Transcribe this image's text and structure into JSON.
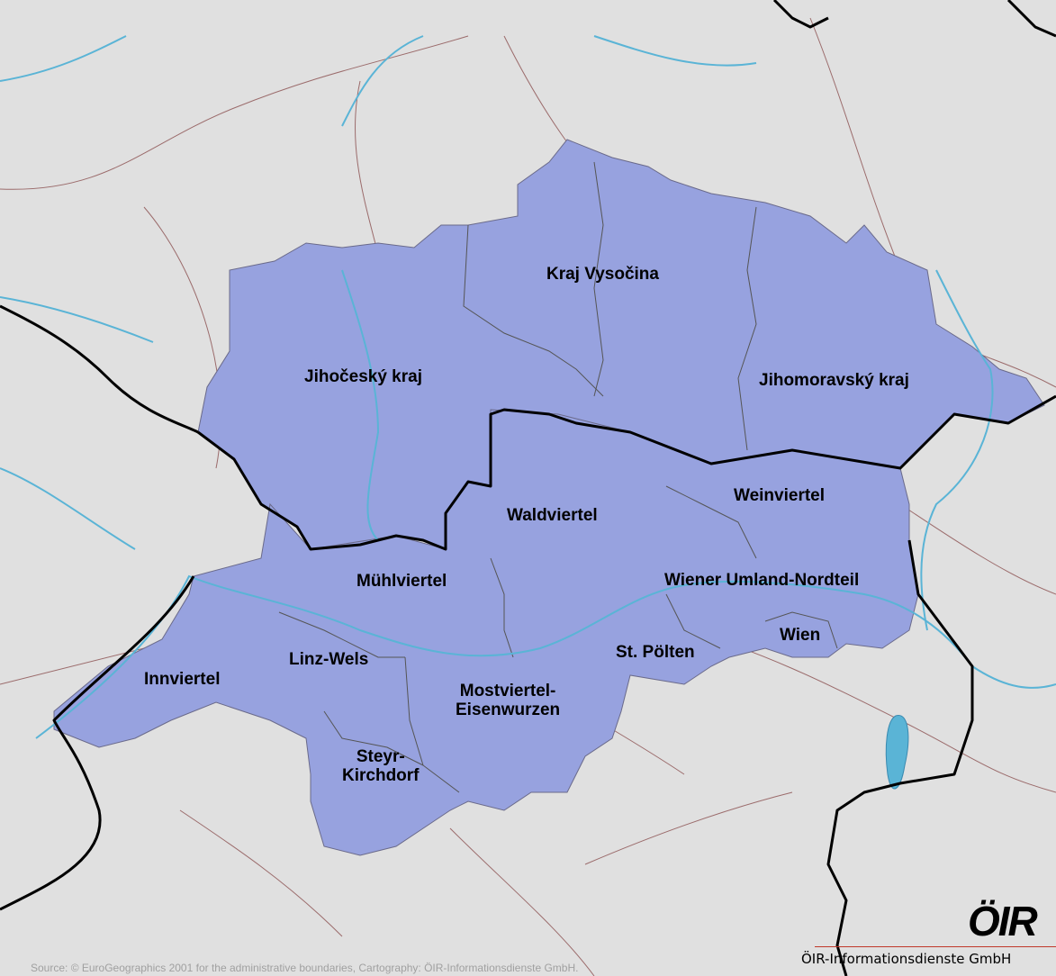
{
  "colors": {
    "background": "#e0e0e0",
    "region_fill": "#97a2df",
    "river": "#5ab4d6",
    "road": "#9b6b6b",
    "national_border": "#000000",
    "district_border": "#555555"
  },
  "regions": [
    {
      "id": "kraj-vysocina",
      "label": "Kraj Vysočina"
    },
    {
      "id": "jihocesky-kraj",
      "label": "Jihočeský kraj"
    },
    {
      "id": "jihomoravsky-kraj",
      "label": "Jihomoravský kraj"
    },
    {
      "id": "weinviertel",
      "label": "Weinviertel"
    },
    {
      "id": "waldviertel",
      "label": "Waldviertel"
    },
    {
      "id": "muhlviertel",
      "label": "Mühlviertel"
    },
    {
      "id": "wiener-umland-nordteil",
      "label": "Wiener Umland-Nordteil"
    },
    {
      "id": "wien",
      "label": "Wien"
    },
    {
      "id": "innviertel",
      "label": "Innviertel"
    },
    {
      "id": "linz-wels",
      "label": "Linz-Wels"
    },
    {
      "id": "st-polten",
      "label": "St. Pölten"
    },
    {
      "id": "mostviertel-eisenwurzen",
      "label": "Mostviertel-\nEisenwurzen"
    },
    {
      "id": "steyr-kirchdorf",
      "label": "Steyr-\nKirchdorf"
    }
  ],
  "source_text": "Source: © EuroGeographics 2001 for the administrative boundaries, Cartography: ÖIR-Informationsdienste GmbH.",
  "logo": {
    "mark": "ÖIR",
    "subtitle": "ÖIR-Informationsdienste GmbH"
  }
}
